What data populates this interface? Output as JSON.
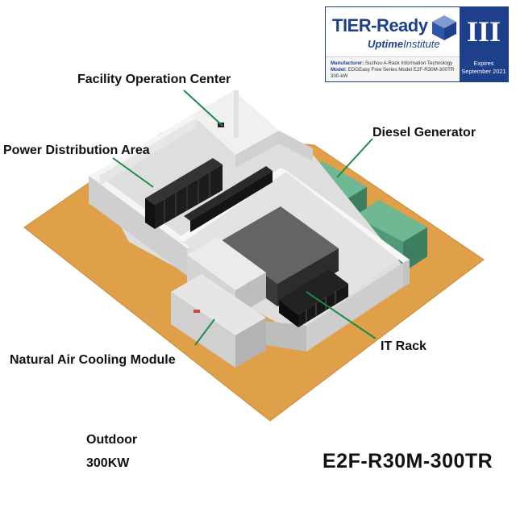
{
  "labels": {
    "facility_operation_center": "Facility Operation Center",
    "power_distribution_area": "Power Distribution Area",
    "diesel_generator": "Diesel Generator",
    "natural_air_cooling_module": "Natural Air Cooling Module",
    "it_rack": "IT Rack"
  },
  "footer": {
    "location": "Outdoor",
    "capacity": "300KW",
    "model_code": "E2F-R30M-300TR"
  },
  "badge": {
    "tier_text": "TIER-Ready",
    "institute_prefix": "Uptime",
    "institute_suffix": "Institute",
    "tier_level": "III",
    "manufacturer_label": "Manufacturer:",
    "manufacturer_value": "Suzhou A-Rack Information Technology",
    "model_label": "Model:",
    "model_value": "EDGEasy Free Series Model E2F-R30M-300TR 300-kW",
    "expires_label": "Expires",
    "expires_date": "September 2021"
  },
  "colors": {
    "ground": "#e0a04a",
    "wall_top": "#f2f2f2",
    "wall_side": "#c9c9c9",
    "floor": "#d8d8d8",
    "rack": "#1c1c1c",
    "generator": "#4f9a78",
    "leader_line": "#1e8a4a",
    "badge_blue": "#1e3f8a"
  }
}
